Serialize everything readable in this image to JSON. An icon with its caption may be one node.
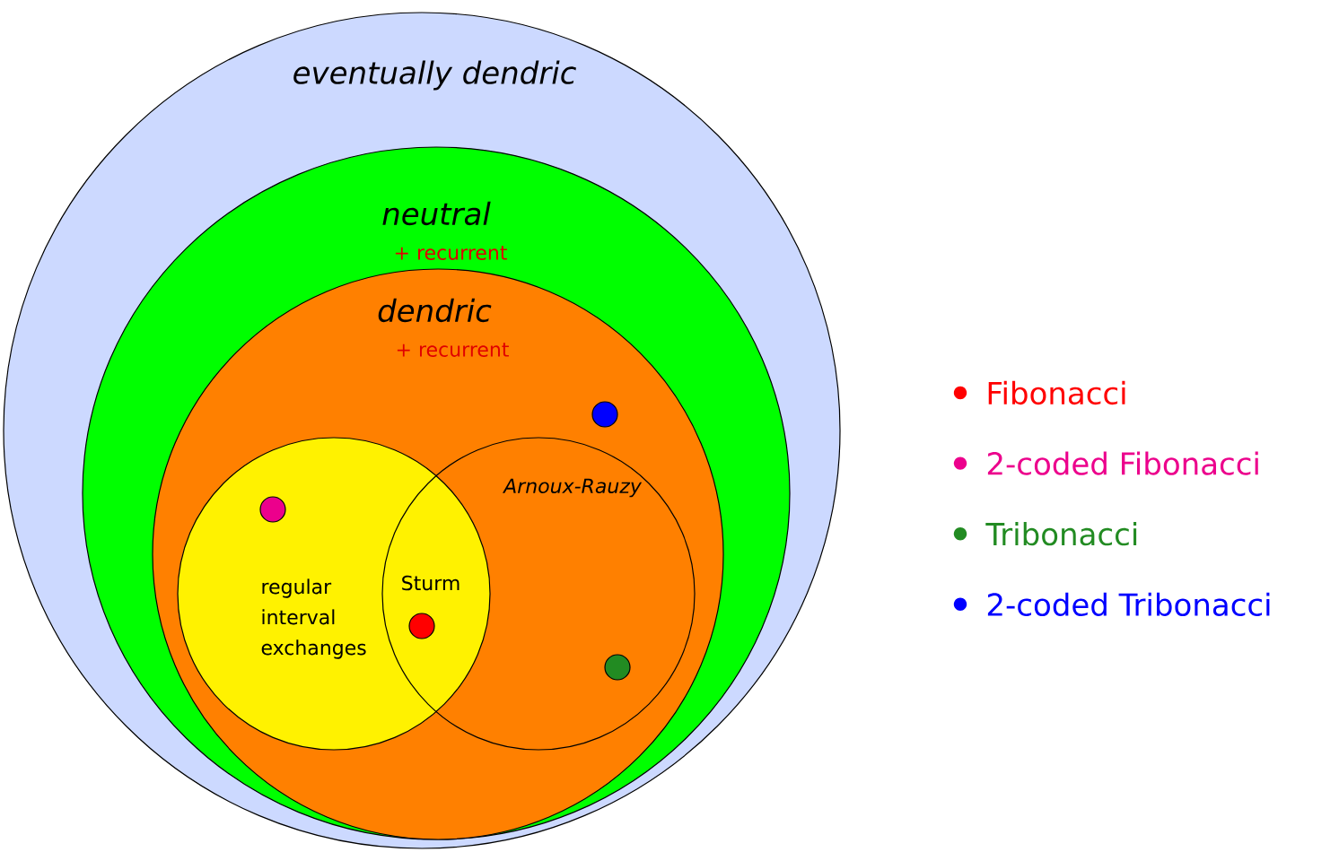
{
  "diagram": {
    "nodes": [
      {
        "text": [
          "eventually dendric"
        ]
      },
      {
        "text": [
          "neutral",
          "+ recurrent"
        ],
        "in": 0
      },
      {
        "text": [
          "dendric",
          "+ recurrent"
        ],
        "in": 1
      },
      {
        "text": [
          "regular interval exchanges"
        ],
        "in": 2
      },
      {
        "text": [
          "Arnoux-Rauzy"
        ],
        "in": 2
      }
    ],
    "labels": [
      "Sturm"
    ],
    "legend": [
      {
        "text": "Fibonacci",
        "color": "#ff0000"
      },
      {
        "text": "2-coded Fibonacci",
        "color": "#ec008c"
      },
      {
        "text": "Tribonacci",
        "color": "#228b22"
      },
      {
        "text": "2-coded Tribonacci",
        "color": "#0000ff"
      }
    ]
  }
}
